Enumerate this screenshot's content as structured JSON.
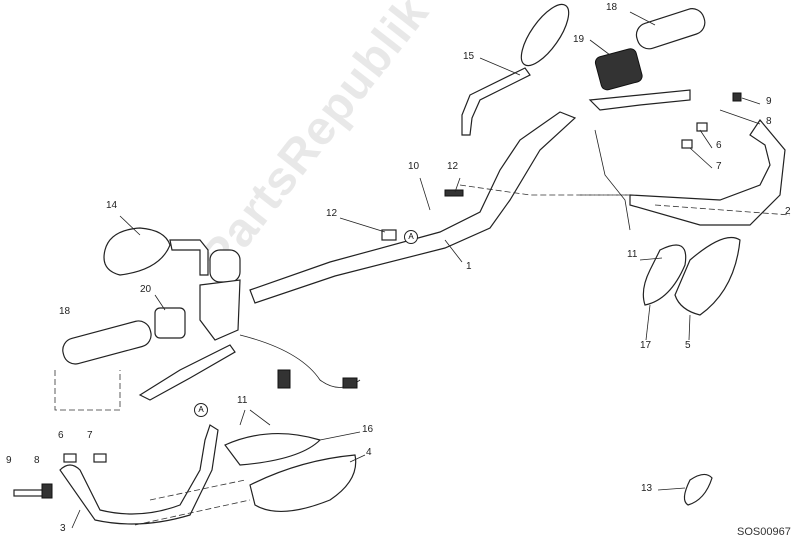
{
  "diagram": {
    "watermark": "PartsRepublik",
    "drawing_code": "SOS00967",
    "reference_marker": "A",
    "callouts": [
      "18",
      "19",
      "15",
      "9",
      "8",
      "6",
      "7",
      "10",
      "12",
      "1",
      "2",
      "12",
      "14",
      "20",
      "18",
      "11",
      "17",
      "5",
      "16",
      "4",
      "11",
      "9",
      "8",
      "6",
      "7",
      "3",
      "13"
    ]
  }
}
